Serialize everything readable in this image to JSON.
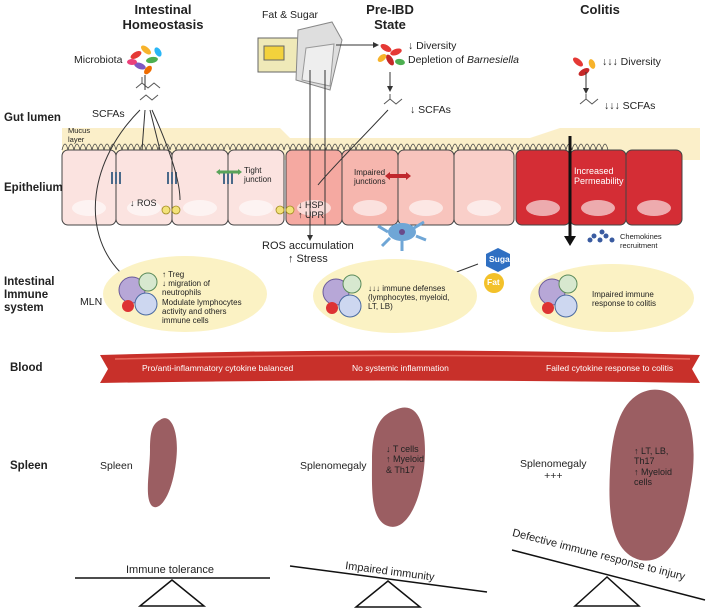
{
  "columns": {
    "homeostasis": "Intestinal\nHomeostasis",
    "preibd": "Pre-IBD\nState",
    "colitis": "Colitis"
  },
  "rows": {
    "gut_lumen": "Gut lumen",
    "epithelium": "Epithelium",
    "immune": "Intestinal\nImmune\nsystem",
    "blood": "Blood",
    "spleen": "Spleen"
  },
  "labels": {
    "fat_sugar": "Fat & Sugar",
    "microbiota": "Microbiota",
    "scfas": "SCFAs",
    "pre_diversity": "↓ Diversity",
    "pre_depletion_prefix": "Depletion of ",
    "pre_depletion_taxon": "Barnesiella",
    "pre_scfas": "↓ SCFAs",
    "col_diversity": "↓↓↓ Diversity",
    "col_scfas": "↓↓↓ SCFAs",
    "mucus": "Mucus\nlayer",
    "ros": "↓ ROS",
    "tight_junction": "Tight\njunction",
    "impaired_junctions": "Impaired\njunctions",
    "hsp_upr": "↓ HSP\n↑ UPR",
    "increased_perm": "Increased\nPermeability",
    "ros_accum": "ROS accumulation\n↑ Stress",
    "chemokines": "Chemokines\nrecruitment",
    "mln": "MLN",
    "sugar": "Sugar",
    "fat": "Fat",
    "imm_home": "↑ Treg\n↓ migration of\nneutrophils\nModulate lymphocytes\nactivity and others\nimmune cells",
    "imm_pre": "↓↓↓ immune defenses\n(lymphocytes, myeloid,\nLT, LB)",
    "imm_col": "Impaired immune\nresponse to colitis",
    "blood_home": "Pro/anti-inflammatory  cytokine balanced",
    "blood_pre": "No systemic inflammation",
    "blood_col": "Failed cytokine response to colitis",
    "spleen_home": "Spleen",
    "spleen_pre": "Splenomegaly",
    "spleen_pre_cells": "↓ T cells\n↑ Myeloid\n& Th17",
    "spleen_col": "Splenomegaly\n+++",
    "spleen_col_cells": "↑ LT, LB,\nTh17\n↑ Myeloid\ncells",
    "bal_home": "Immune tolerance",
    "bal_pre": "Impaired immunity",
    "bal_col": "Defective immune  response to injury"
  },
  "colors": {
    "lumen": "#fbefc9",
    "cell_light": "#fbe3e0",
    "cell_mid": "#f5a9a1",
    "cell_dark": "#d42d35",
    "blood": "#c8302a",
    "spleen": "#9b5e62",
    "immune_bg": "#fbf2c4"
  }
}
